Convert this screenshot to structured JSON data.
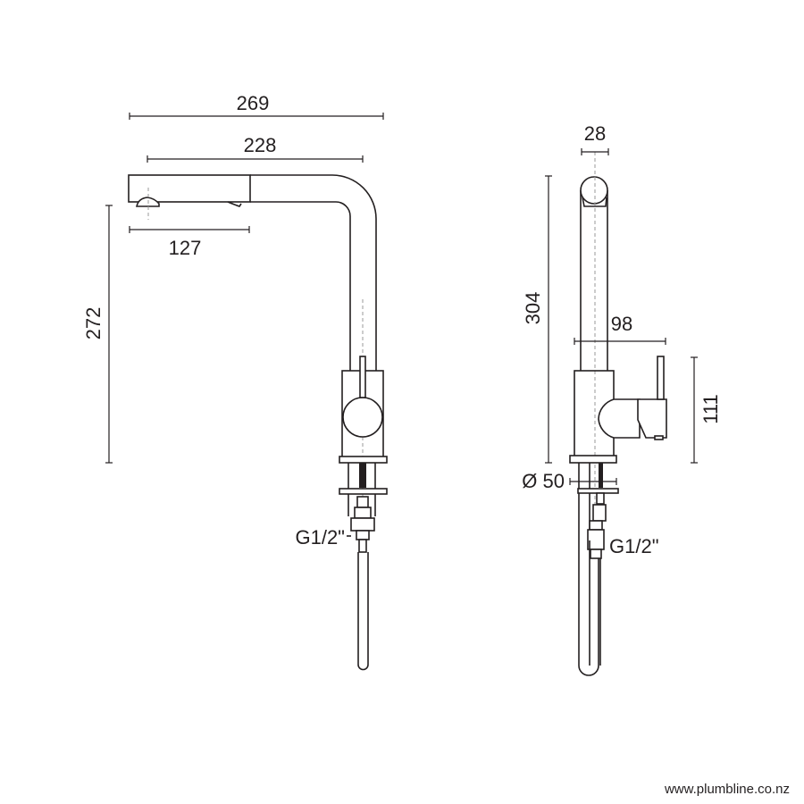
{
  "front_view": {
    "dimensions": {
      "overall_reach": "269",
      "spout_reach": "228",
      "pullout_head": "127",
      "height": "272"
    },
    "connection_label": "G1/2\""
  },
  "side_view": {
    "dimensions": {
      "spout_diameter": "28",
      "total_height": "304",
      "handle_depth": "98",
      "handle_height": "111",
      "base_diameter": "Ø 50"
    },
    "connection_label": "G1/2\""
  },
  "footer": {
    "website": "www.plumbline.co.nz"
  },
  "colors": {
    "line": "#231f20",
    "centerline": "#999999",
    "background": "#ffffff"
  }
}
